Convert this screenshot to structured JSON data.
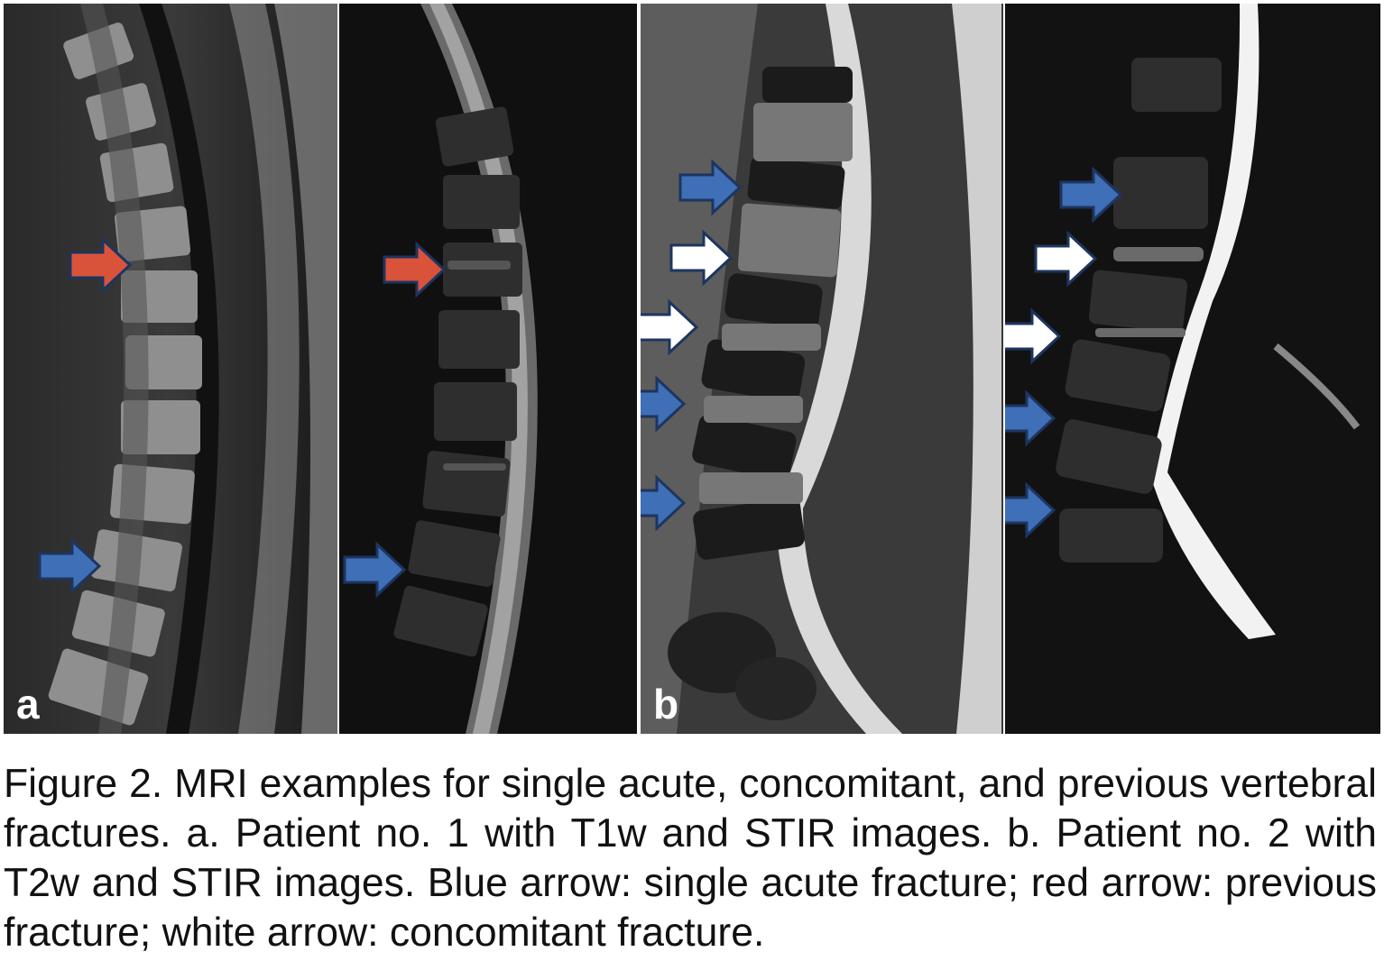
{
  "figure": {
    "panel_a_label": "a",
    "panel_b_label": "b",
    "colors": {
      "blue_arrow": "#3f6fb6",
      "red_arrow": "#d9533a",
      "white_arrow": "#ffffff",
      "arrow_outline": "#1d3560"
    }
  },
  "caption": {
    "text": "Figure 2. MRI examples for single acute, concomitant, and previous vertebral fractures. a. Patient no. 1 with T1w and STIR images. b. Patient no. 2 with T2w and STIR images. Blue arrow: single acute fracture; red arrow: previous fracture; white arrow: concomitant fracture."
  }
}
